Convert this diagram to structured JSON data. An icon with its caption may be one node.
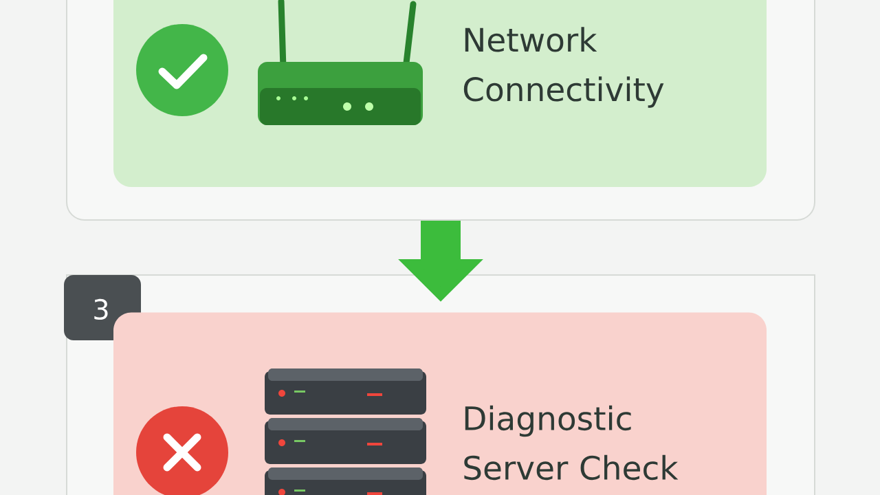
{
  "diagram": {
    "nodes": [
      {
        "text": [],
        "shape": "box"
      },
      {
        "text": [
          "Network Connectivity"
        ],
        "in": 0
      },
      {
        "text": [
          "3"
        ]
      },
      {
        "text": [
          "Diagnostic Server Check"
        ],
        "in": 2
      }
    ],
    "edges": [
      {
        "from": 0,
        "to": 2,
        "arrow": "to",
        "color": "#3cbc3c"
      }
    ]
  }
}
